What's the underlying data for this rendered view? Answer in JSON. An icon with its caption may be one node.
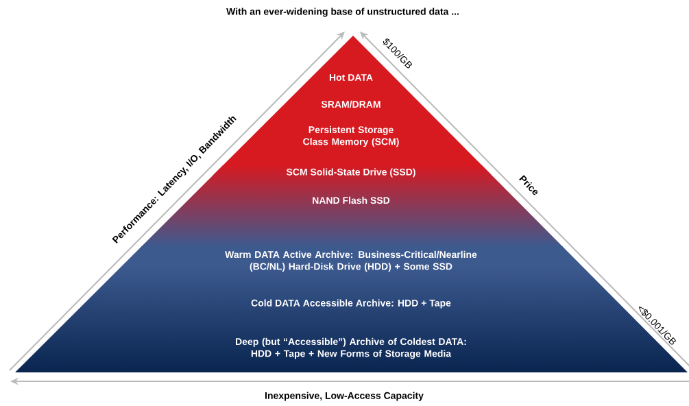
{
  "diagram": {
    "title": "With an ever-widening base of unstructured data ...",
    "nodes": [
      {
        "text": [
          "Hot DATA",
          "SRAM/DRAM",
          "Persistent Storage Class Memory (SCM)",
          "SCM Solid-State Drive (SSD)",
          "NAND Flash SSD",
          "Warm DATA Active Archive: Business-Critical/Nearline (BC/NL) Hard-Disk Drive (HDD) + Some SSD",
          "Cold DATA Accessible Archive: HDD + Tape",
          "Deep (but “Accessible”) Archive of Coldest DATA: HDD + Tape + New Forms of Storage Media"
        ]
      }
    ],
    "edges": [],
    "labels": [
      "Performance: Latency, I/O, Bandwidth",
      "$100/GB",
      "Price",
      "<$0.001/GB",
      "Inexpensive, Low-Access Capacity"
    ]
  }
}
